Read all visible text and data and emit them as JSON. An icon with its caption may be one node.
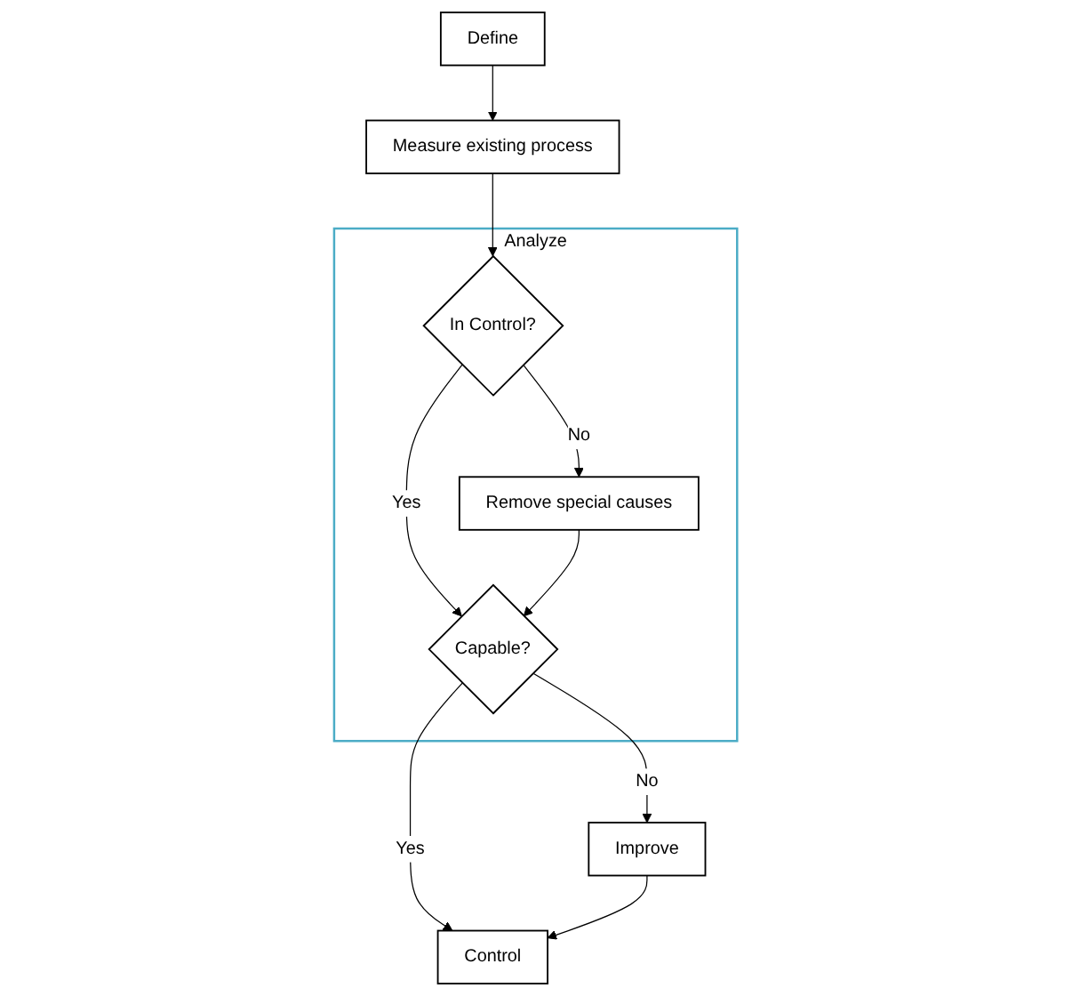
{
  "diagram": {
    "nodes": [
      {
        "text": [
          "Define"
        ]
      },
      {
        "text": [
          "Measure existing process"
        ]
      },
      {
        "text": [
          "Analyze"
        ]
      },
      {
        "text": [
          "In Control?"
        ],
        "in": 2
      },
      {
        "text": [
          "Remove special causes"
        ],
        "in": 2
      },
      {
        "text": [
          "Capable?"
        ],
        "in": 2
      },
      {
        "text": [
          "Improve"
        ]
      },
      {
        "text": [
          "Control"
        ]
      }
    ],
    "edges": [
      {
        "from": 0,
        "to": 1,
        "arrow": "to"
      },
      {
        "from": 1,
        "to": 3,
        "arrow": "to"
      },
      {
        "from": 3,
        "to": 4,
        "label": "No",
        "arrow": "to"
      },
      {
        "from": 3,
        "to": 5,
        "label": "Yes",
        "arrow": "to"
      },
      {
        "from": 4,
        "to": 5,
        "arrow": "to"
      },
      {
        "from": 5,
        "to": 6,
        "label": "No",
        "arrow": "to"
      },
      {
        "from": 5,
        "to": 7,
        "label": "Yes",
        "arrow": "to"
      },
      {
        "from": 6,
        "to": 7,
        "arrow": "to"
      }
    ]
  }
}
